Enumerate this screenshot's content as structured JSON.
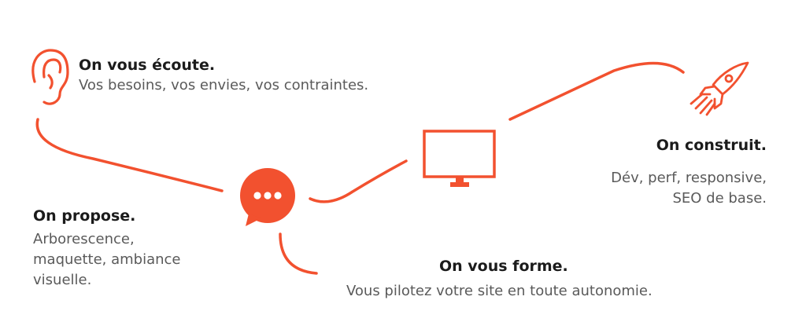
{
  "colors": {
    "accent": "#f2512f",
    "title": "#1b1b1b",
    "body": "#5a5a5a"
  },
  "steps": [
    {
      "key": "listen",
      "icon": "ear-icon",
      "title": "On vous écoute.",
      "text": "Vos besoins, vos envies, vos contraintes."
    },
    {
      "key": "build",
      "icon": "rocket-icon",
      "title": "On construit.",
      "text_lines": [
        "Dév, perf, responsive,",
        "SEO de base."
      ]
    },
    {
      "key": "propose",
      "icon": "chat-bubble-icon",
      "title": "On propose.",
      "text_lines": [
        "Arborescence,",
        "maquette, ambiance",
        "visuelle."
      ]
    },
    {
      "key": "design",
      "icon": "monitor-icon"
    },
    {
      "key": "train",
      "title": "On vous forme.",
      "text": "Vous pilotez votre site en toute autonomie."
    }
  ]
}
